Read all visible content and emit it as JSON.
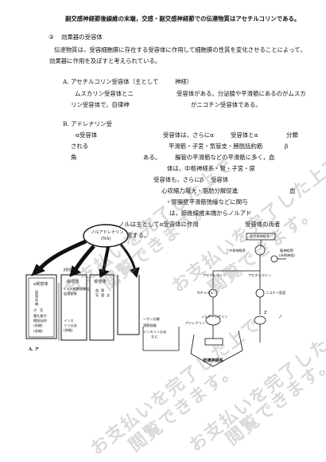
{
  "header": {
    "line": "副交感神経節後線維の末端，交感・副交感神経節での伝達物質はアセチルコリンである。"
  },
  "section": {
    "number": "③",
    "title": "効果器の受容体",
    "intro_1": "伝達物質は，受容細胞膜に存在する受容体に作用して細胞膜の性質を変化させることによって，",
    "intro_2": "効果器に作用を及ぼすと考えられている。"
  },
  "sub_a": {
    "heading": "A. アセチルコリン受容体（主として",
    "heading_tail": "神経）",
    "line_1": "ムスカリン受容体とニ",
    "line_1_tail": "受容体がある。分泌腺や平滑筋にあるのがムスカ",
    "line_2": "リン受容体で，自律神",
    "line_2_tail": "がニコチン受容体である。"
  },
  "sub_b": {
    "heading": "B. アドレナリン受",
    "l1a": "α受容体",
    "l1b": "受容体は，さらにα",
    "l1c": "受容体とα",
    "l1d": "分類",
    "l2a": "される",
    "l2b": "平滑筋・子宮・気管支・膀胱括約筋",
    "l2c": "β",
    "l3a": "角",
    "l3b": "ある。",
    "l3c": "腸管の平滑筋などの平滑筋に多く，血",
    "l4": "体は，中枢神経系・腎・子宮・尿",
    "l5a": "受容体も，さらにβ",
    "l5b": "受容体",
    "l6a": "心収縮力増大・脂肪分解促進",
    "l6b": "血",
    "l7": "・胃腸壁平滑筋弛緩などに関与",
    "l8": "は，節後線維末端からノルアド",
    "l9a": "ノルは主としてα受容体に作用",
    "l9b": "受容体の両者",
    "l10": "に作用する。"
  },
  "figure_left": {
    "source_label": "ノルアドレナリン",
    "source_sub": "(NA)",
    "top_label": "β受容体",
    "box_1_title": "a受容体",
    "box_1_lines": [
      "血",
      "管",
      "収",
      "縮",
      "子",
      "宮",
      "瞳孔散大",
      "膀胱括約",
      "(収縮)",
      "(収縮)"
    ],
    "box_2_title": "受容体",
    "box_2_lines": [
      "マスト細胞脱顆粒",
      "血管拡張",
      "インス",
      "リン分泌",
      "(抑制)"
    ],
    "box_3_title": "受容体",
    "box_3_lines": [
      "血",
      "管",
      "気",
      "管",
      "支"
    ],
    "box_4_lines": [
      "ーゲン分解",
      "滑筋弛緩",
      "インスリン分泌",
      "など"
    ],
    "caption": "A. ア"
  },
  "figure_right": {
    "top_label": "副交感神経系",
    "center_label": "中枢神経系",
    "right_label_1": "脳神経節",
    "right_label_2": "(末梢神経)",
    "left_node": "アセチルコリン",
    "right_node": "アセチルコリン",
    "left_mid": "Nチャネル",
    "right_mid": "ニコチン受容",
    "left_bottom": "ノルアドレナリン",
    "left_receptor": "アドレナリン",
    "bottom_label": "自律神経系",
    "tag_a": "Z",
    "tag_b": "ノ"
  },
  "watermark": {
    "lines": [
      "お支払いを完了した上で",
      "閲覧できます。"
    ]
  }
}
